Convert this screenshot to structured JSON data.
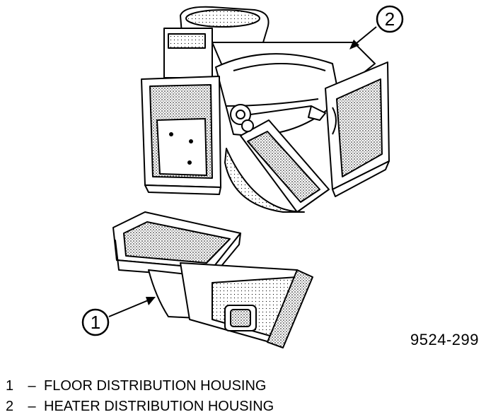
{
  "callouts": [
    {
      "number": "1"
    },
    {
      "number": "2"
    }
  ],
  "figure_code": "9524-299",
  "legend": [
    {
      "number": "1",
      "separator": "–",
      "label": "FLOOR DISTRIBUTION HOUSING"
    },
    {
      "number": "2",
      "separator": "–",
      "label": "HEATER DISTRIBUTION HOUSING"
    }
  ]
}
